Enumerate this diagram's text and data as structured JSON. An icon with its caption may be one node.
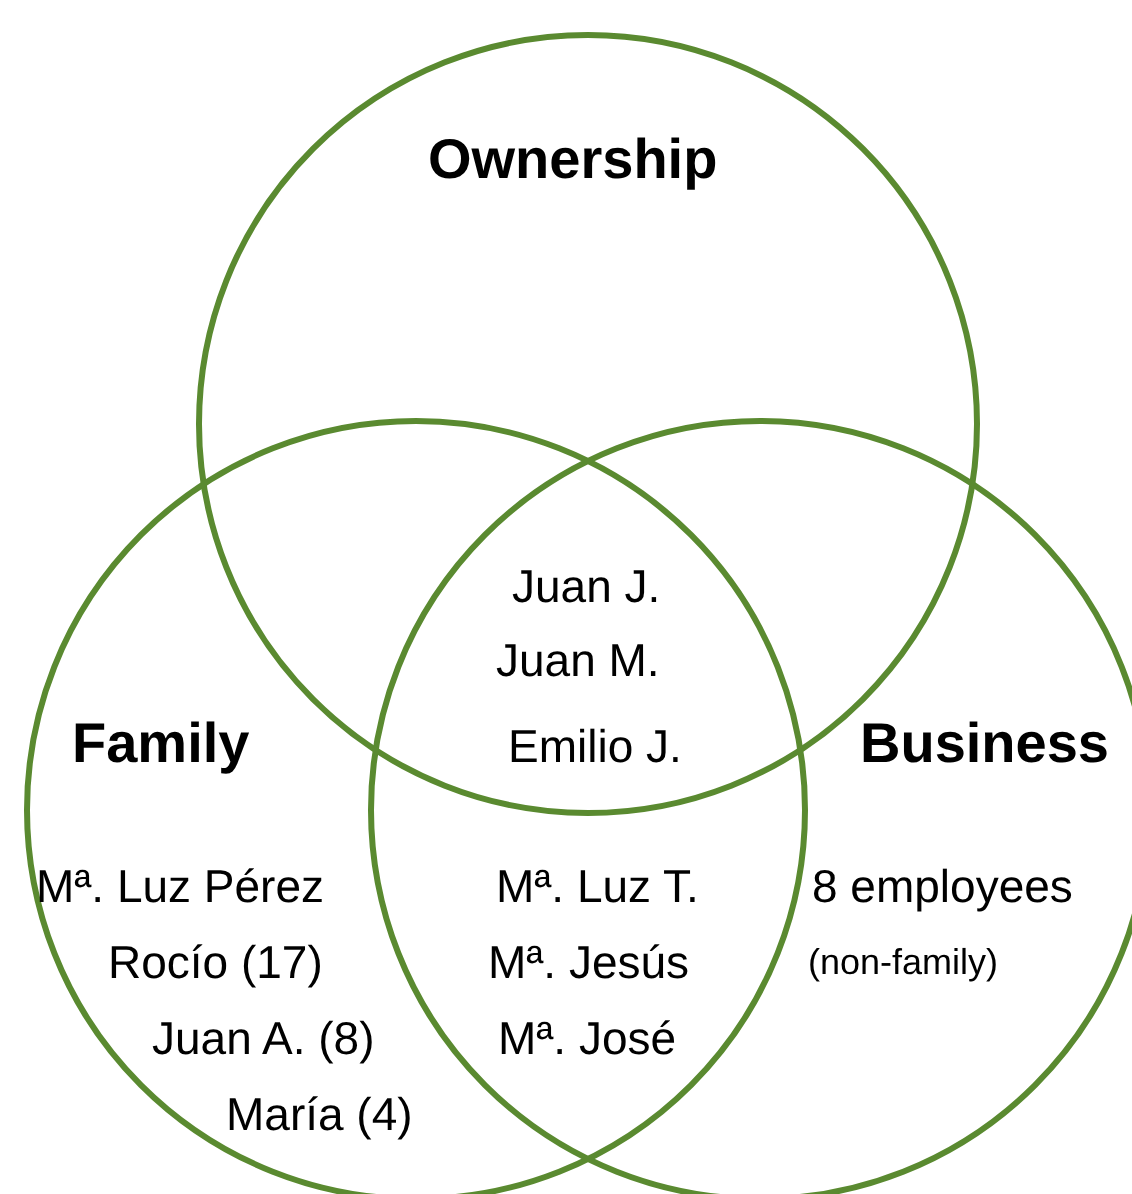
{
  "diagram": {
    "nodes": [
      {
        "text": [
          "Ownership"
        ]
      },
      {
        "text": [
          "Family",
          "Mª. Luz Pérez",
          "Rocío (17)",
          "Juan A. (8)",
          "María (4)"
        ]
      },
      {
        "text": [
          "Business",
          "8 employees",
          "(non-family)"
        ]
      }
    ],
    "edges": [],
    "labels": [
      "Juan J.",
      "Juan M.",
      "Emilio J.",
      "Mª. Luz T.",
      "Mª. Jesús",
      "Mª. José"
    ]
  }
}
